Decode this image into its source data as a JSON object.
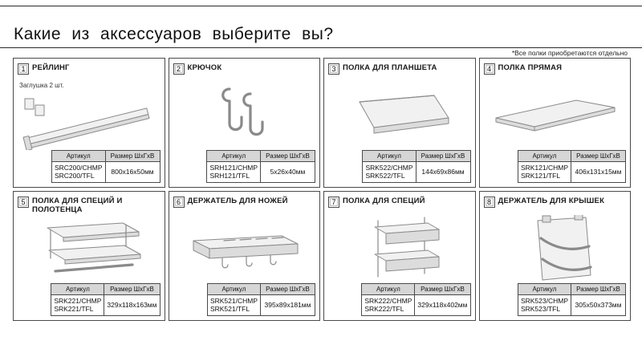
{
  "page": {
    "title": "Какие из аксессуаров выберите вы?",
    "note": "*Все полки приобретаются отдельно"
  },
  "table_labels": {
    "article": "Артикул",
    "size": "Размер ШхГхВ"
  },
  "cells": [
    {
      "number": "1",
      "title": "РЕЙЛИНГ",
      "note": "Заглушка 2 шт.",
      "article1": "SRC200/CHMP",
      "article2": "SRC200/TFL",
      "size": "800x16x50мм"
    },
    {
      "number": "2",
      "title": "КРЮЧОК",
      "article1": "SRH121/CHMP",
      "article2": "SRH121/TFL",
      "size": "5x26x40мм"
    },
    {
      "number": "3",
      "title": "ПОЛКА ДЛЯ ПЛАНШЕТА",
      "article1": "SRK522/CHMP",
      "article2": "SRK522/TFL",
      "size": "144x69x86мм"
    },
    {
      "number": "4",
      "title": "ПОЛКА ПРЯМАЯ",
      "article1": "SRK121/CHMP",
      "article2": "SRK121/TFL",
      "size": "406x131x15мм"
    },
    {
      "number": "5",
      "title": "ПОЛКА ДЛЯ СПЕЦИЙ И ПОЛОТЕНЦА",
      "article1": "SRK221/CHMP",
      "article2": "SRK221/TFL",
      "size": "329x118x163мм"
    },
    {
      "number": "6",
      "title": "ДЕРЖАТЕЛЬ ДЛЯ НОЖЕЙ",
      "article1": "SRK521/CHMP",
      "article2": "SRK521/TFL",
      "size": "395x89x181мм"
    },
    {
      "number": "7",
      "title": "ПОЛКА ДЛЯ СПЕЦИЙ",
      "article1": "SRK222/CHMP",
      "article2": "SRK222/TFL",
      "size": "329x118x402мм"
    },
    {
      "number": "8",
      "title": "ДЕРЖАТЕЛЬ ДЛЯ КРЫШЕК",
      "article1": "SRK523/CHMP",
      "article2": "SRK523/TFL",
      "size": "305x50x373мм"
    }
  ],
  "colors": {
    "table_header_bg": "#d6d6d6",
    "border": "#4a4a4a",
    "accent_line": "#2a2a2a"
  }
}
